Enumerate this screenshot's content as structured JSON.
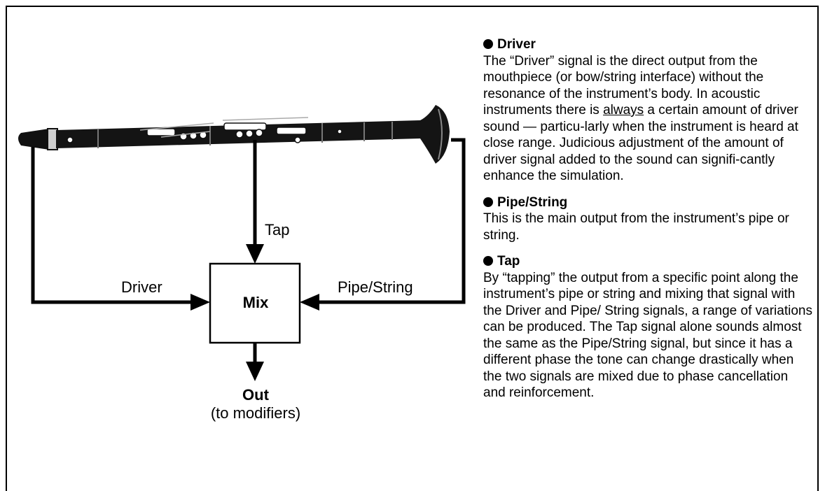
{
  "diagram": {
    "labels": {
      "tap": "Tap",
      "driver": "Driver",
      "pipe_string": "Pipe/String",
      "mix": "Mix",
      "out": "Out",
      "out_sub": "(to modifiers)"
    }
  },
  "sections": {
    "driver": {
      "title": "Driver",
      "body_before": "The “Driver” signal is the direct output from the mouthpiece (or bow/string interface) without the resonance of the instrument’s body. In acoustic instruments there is ",
      "body_emph": "always",
      "body_after": " a certain amount of driver sound — particu-larly when the instrument is heard at close range. Judicious adjustment of the amount of driver signal added to the sound can signifi-cantly enhance the simulation."
    },
    "pipe_string": {
      "title": "Pipe/String",
      "body": "This is the main output from the instrument’s pipe or string."
    },
    "tap": {
      "title": "Tap",
      "body": "By “tapping” the output from a specific point along the instrument’s pipe or string and mixing that signal with the Driver and Pipe/ String signals, a range of variations can be produced. The Tap signal alone sounds almost the same as the Pipe/String signal, but since it has a different phase the tone can change drastically when the two signals are mixed due to phase cancellation and reinforcement."
    }
  }
}
